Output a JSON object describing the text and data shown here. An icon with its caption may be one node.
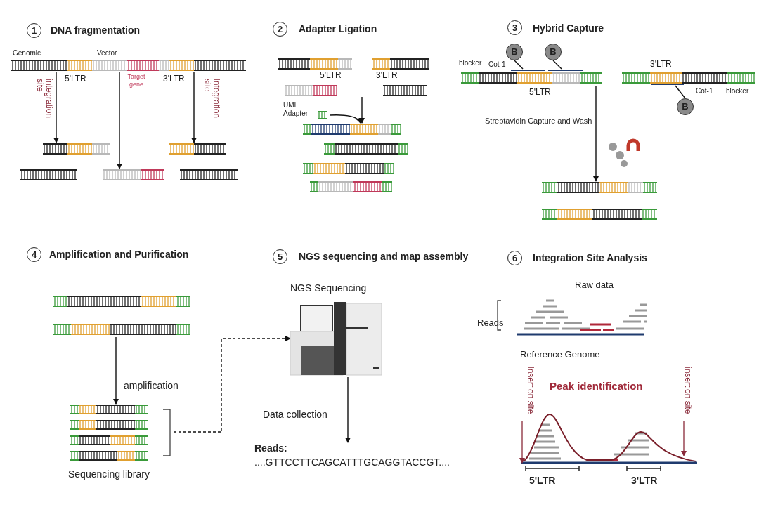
{
  "diagram": {
    "nodes": [
      {
        "text": [],
        "shape": "picture"
      },
      {
        "text": [],
        "shape": "picture"
      },
      {
        "text": [],
        "shape": "picture"
      },
      {
        "text": [],
        "shape": "picture"
      },
      {
        "text": [],
        "shape": "picture"
      },
      {
        "text": [
          "UMI Adapter"
        ]
      },
      {
        "text": [],
        "shape": "picture"
      },
      {
        "text": [],
        "shape": "picture"
      },
      {
        "text": [],
        "shape": "picture"
      },
      {
        "text": [
          "B"
        ]
      },
      {
        "text": [
          "B"
        ]
      },
      {
        "text": [
          "B"
        ]
      },
      {
        "text": [],
        "shape": "picture"
      },
      {
        "text": [
          "Sequencing library"
        ]
      },
      {
        "text": [
          "NGS Sequencing"
        ]
      },
      {
        "text": [
          "Reads:",
          "....GTTCCTTCAGCATTTGCAGGTACCGT...."
        ]
      }
    ],
    "edges": [
      {
        "from": 0,
        "to": 1,
        "arrow": "to",
        "label": "integration site"
      },
      {
        "from": 0,
        "to": 2,
        "arrow": "to"
      },
      {
        "from": 0,
        "to": 3,
        "arrow": "to",
        "label": "integration site"
      },
      {
        "from": 4,
        "to": 6,
        "arrow": "to"
      },
      {
        "from": 5,
        "to": 6,
        "arrow": "to"
      },
      {
        "from": 9,
        "to": 7,
        "arrow": "none"
      },
      {
        "from": 10,
        "to": 7,
        "arrow": "none"
      },
      {
        "from": 11,
        "to": 7,
        "arrow": "none"
      },
      {
        "from": 7,
        "to": 8,
        "arrow": "to",
        "label": "Streptavidin Capture and Wash"
      },
      {
        "from": 12,
        "to": 13,
        "arrow": "to",
        "label": "amplification"
      },
      {
        "from": 13,
        "to": 14,
        "arrow": "to",
        "style": "dashed"
      },
      {
        "from": 14,
        "to": 15,
        "arrow": "to",
        "label": "Data collection"
      }
    ],
    "labels": [
      "1",
      "DNA fragmentation",
      "2",
      "Adapter Ligation",
      "3",
      "Hybrid Capture",
      "Genomic",
      "Vector",
      "5'LTR",
      "Target gene",
      "3'LTR",
      "5'LTR",
      "3'LTR",
      "blocker",
      "Cot-1",
      "5'LTR",
      "3'LTR",
      "Cot-1",
      "blocker",
      "4",
      "Amplification and Purification",
      "5",
      "NGS sequencing and map assembly",
      "6",
      "Integration Site Analysis",
      "Raw data",
      "Reads",
      "Reference Genome",
      "insertion site",
      "Peak identification",
      "insertion site",
      "5'LTR",
      "3'LTR"
    ]
  }
}
